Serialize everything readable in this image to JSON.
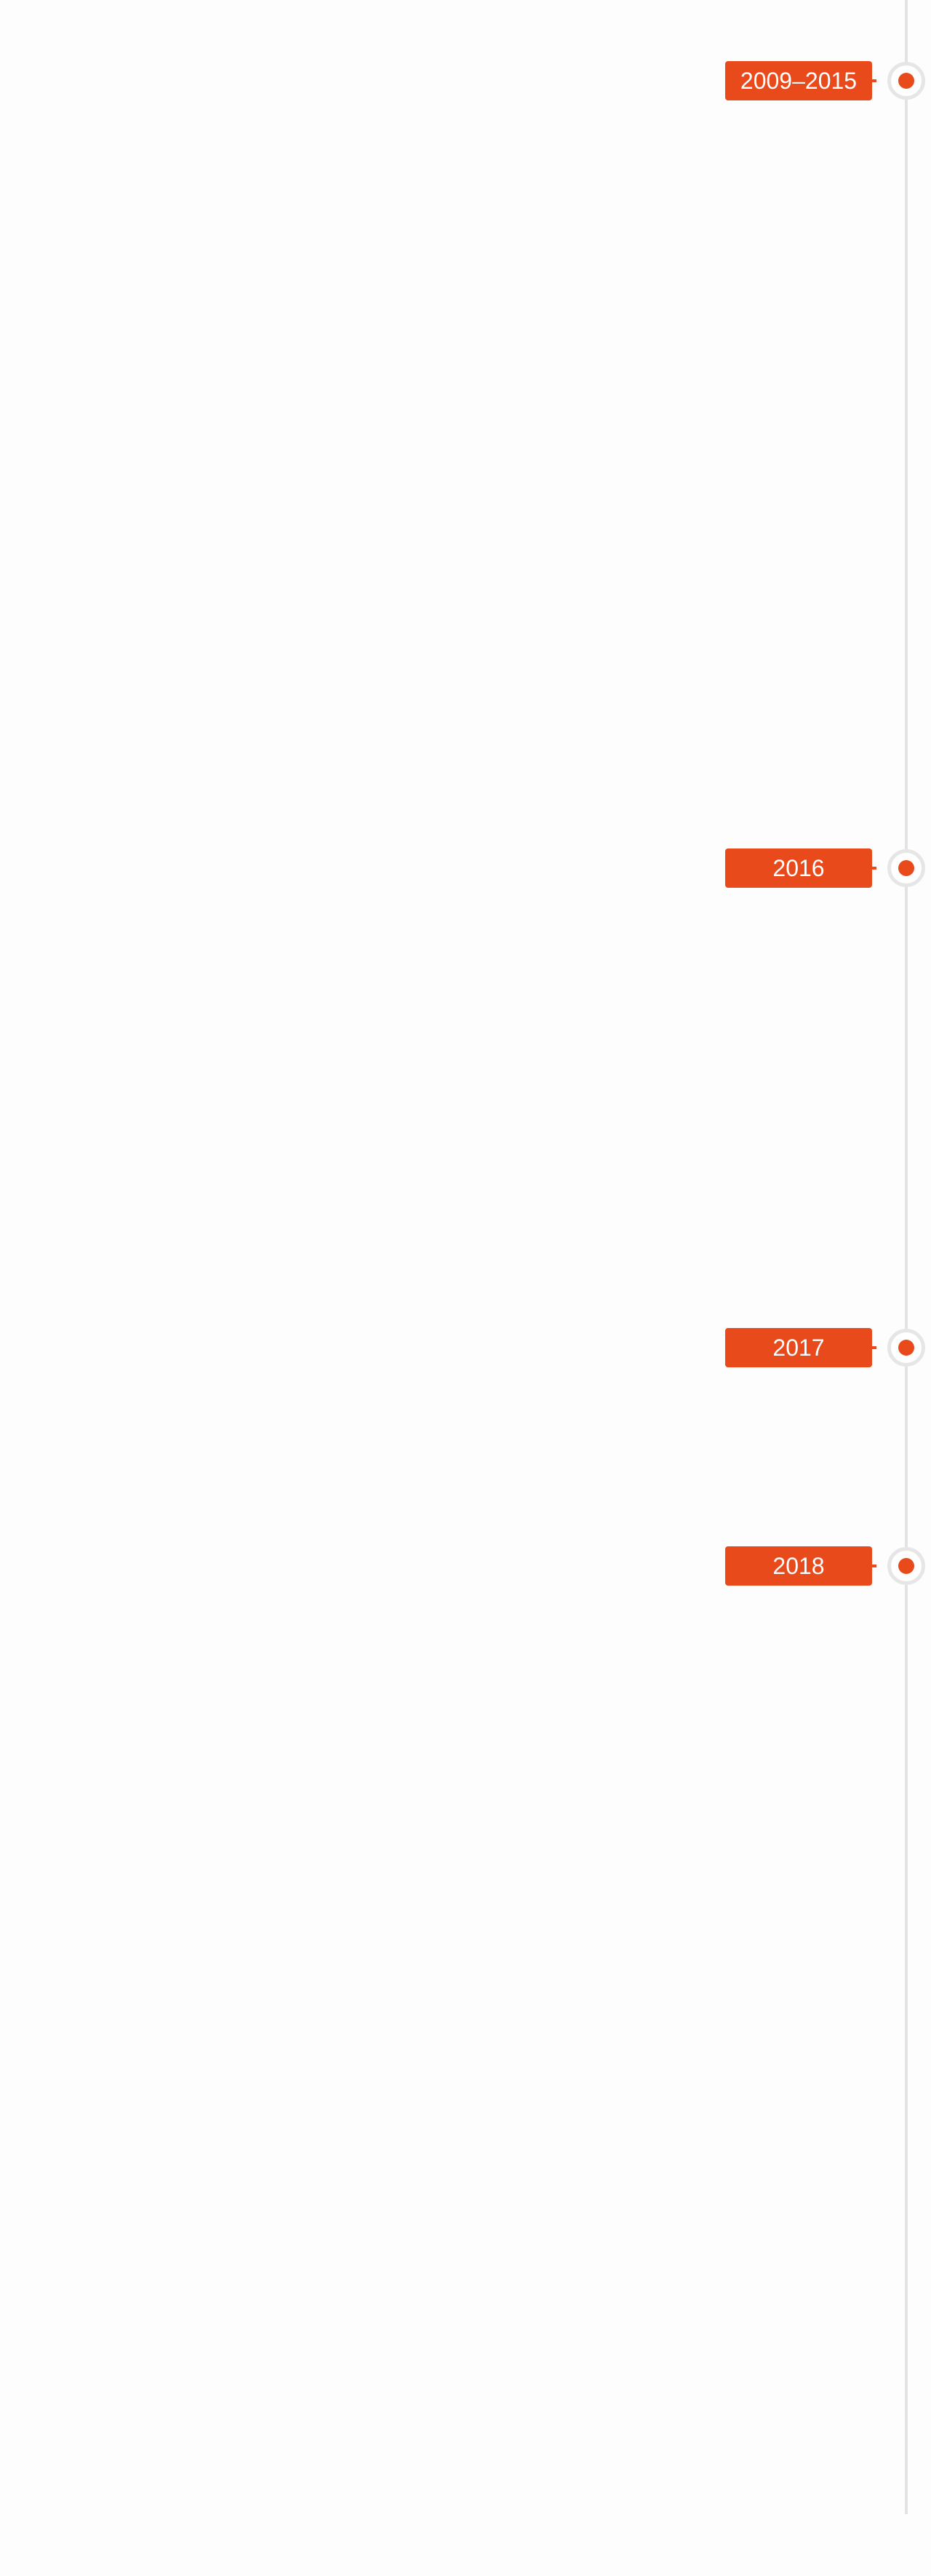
{
  "colors": {
    "accent": "#e84a1c",
    "line": "#e3e3e3",
    "node_ring": "#e6e6e6",
    "background": "#fdfdfd",
    "tag_text": "#ffffff"
  },
  "timeline": {
    "milestones": [
      {
        "label": "2009–2015"
      },
      {
        "label": "2016"
      },
      {
        "label": "2017"
      },
      {
        "label": "2018"
      }
    ]
  }
}
